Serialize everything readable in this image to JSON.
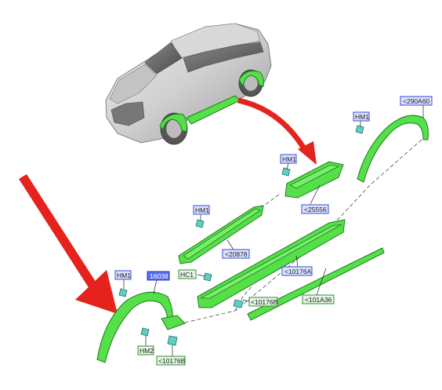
{
  "labels": {
    "hm1_top_right": "HM1",
    "part_290A60": "<290A60",
    "hm1_upper_mid": "HM1",
    "part_25556": "<25556",
    "hm1_mid": "HM1",
    "part_20878": "<20878",
    "part_10176A": "<10176A",
    "part_101A36": "<101A36",
    "hm1_left": "HM1",
    "part_16038": "16038",
    "hc1": "HC1",
    "part_10176B_mid": "<10176B",
    "hm2": "HM2",
    "part_10176B_bottom": "<10176B"
  },
  "colors": {
    "part_green": "#55e04a",
    "arrow_red": "#e5221b",
    "clip_teal": "#5fd0c0",
    "tag_blue": "#3a4ad8"
  }
}
